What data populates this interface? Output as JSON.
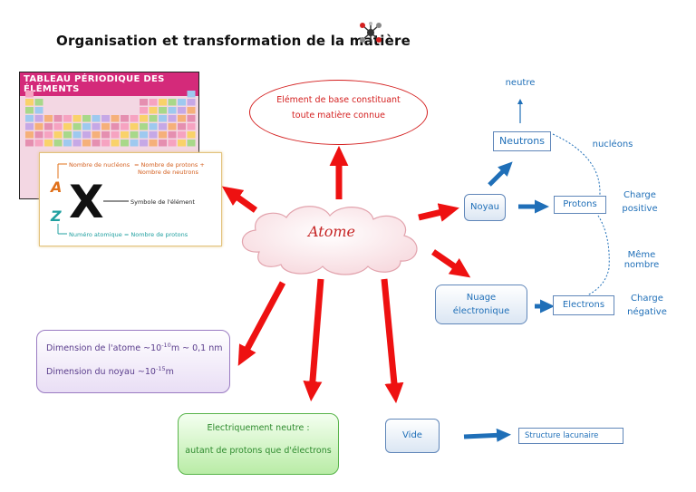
{
  "title": "Organisation et transformation de la matière",
  "periodic_table": {
    "banner": "TABLEAU PÉRIODIQUE DES ÉLÉMENTS"
  },
  "notation": {
    "nucleons_label": "Nombre de nucléons",
    "nucleons_equals": "= Nombre de protons +",
    "neutrons_label": "Nombre de neutrons",
    "a_letter": "A",
    "x_letter": "X",
    "z_letter": "Z",
    "symbol_label": "Symbole de l'élément",
    "atomic_number": "Numéro atomique = Nombre de protons"
  },
  "center": {
    "label": "Atome"
  },
  "element_bubble": {
    "line1": "Elément de base constituant",
    "line2": "toute matière connue"
  },
  "noyau": "Noyau",
  "neutrons": "Neutrons",
  "neutre": "neutre",
  "nucleons": "nucléons",
  "protons": "Protons",
  "charge_positive": {
    "line1": "Charge",
    "line2": "positive"
  },
  "meme_nombre": "Même nombre",
  "nuage": {
    "line1": "Nuage",
    "line2": "électronique"
  },
  "electrons": "Electrons",
  "charge_negative": {
    "line1": "Charge",
    "line2": "négative"
  },
  "dimension": {
    "atome_prefix": "Dimension de l'atome ~10",
    "atome_exp": "-10",
    "atome_suffix": "m ~ 0,1 nm",
    "noyau_prefix": "Dimension du noyau ~10",
    "noyau_exp": "-15",
    "noyau_suffix": "m"
  },
  "neutre_box": {
    "line1": "Electriquement neutre :",
    "line2": "autant de protons que d'électrons"
  },
  "vide": "Vide",
  "structure": "Structure lacunaire",
  "colors": {
    "red_arrow": "#ee1111",
    "blue_arrow": "#1f6fb8",
    "blue_text": "#1f6fb8",
    "red_text": "#d42020"
  }
}
